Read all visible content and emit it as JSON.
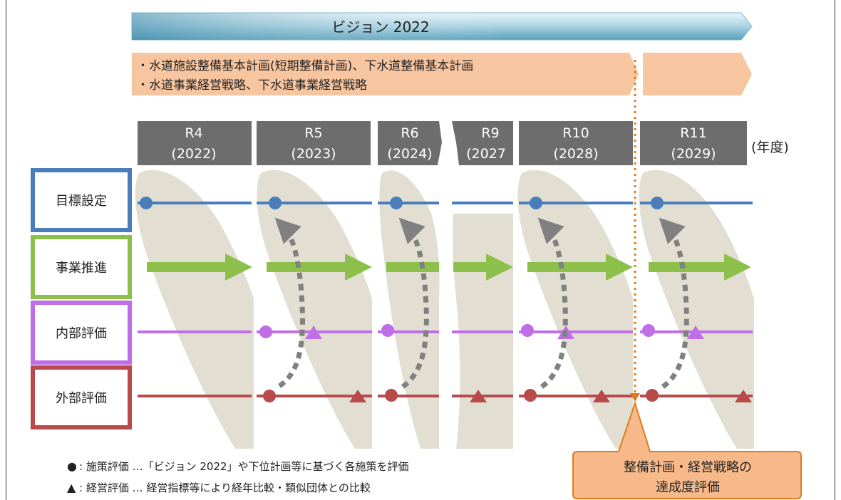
{
  "vision_banner": "ビジョン 2022",
  "plan_lines": [
    "・水道施設整備基本計画(短期整備計画)、下水道整備基本計画",
    "・水道事業経営戦略、下水道事業経営戦略"
  ],
  "years": [
    {
      "label": "R4",
      "year": "(2022)"
    },
    {
      "label": "R5",
      "year": "(2023)"
    },
    {
      "label": "R6",
      "year": "(2024)"
    },
    {
      "label": "R9",
      "year": "(2027"
    },
    {
      "label": "R10",
      "year": "(2028)"
    },
    {
      "label": "R11",
      "year": "(2029)"
    }
  ],
  "year_unit": "(年度)",
  "rows": [
    {
      "label": "目標設定",
      "color": "#4a7ebb"
    },
    {
      "label": "事業推進",
      "color": "#8cc04a"
    },
    {
      "label": "内部評価",
      "color": "#c06ee8"
    },
    {
      "label": "外部評価",
      "color": "#b84a4a"
    }
  ],
  "legend": {
    "circle_symbol": "●",
    "circle_text": ": 施策評価 …「ビジョン 2022」や下位計画等に基づく各施策を評価",
    "triangle_symbol": "▲",
    "triangle_text": ": 経営評価 … 経営指標等により経年比較・類似団体との比較"
  },
  "callout": {
    "line1": "整備計画・経営戦略の",
    "line2": "達成度評価"
  },
  "colors": {
    "header_gray": "#6d6d6d",
    "plan_orange": "#f7c59f",
    "callout_orange": "#f7b98a",
    "dotted_orange": "#e07a1f",
    "blob": "#e2dfd2",
    "arrow_gray": "#808080"
  }
}
